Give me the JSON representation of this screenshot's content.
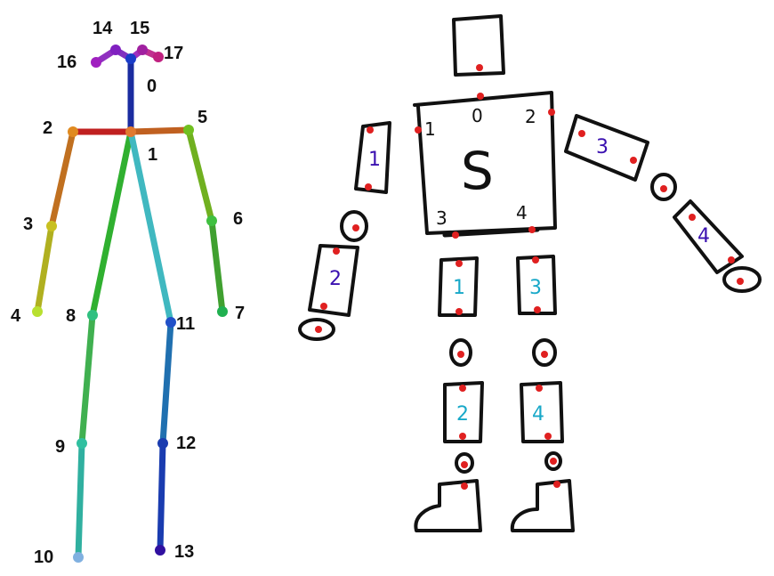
{
  "skeleton": {
    "keypoints": [
      {
        "id": "0",
        "label": "0",
        "color": "#1a3cc8"
      },
      {
        "id": "1",
        "label": "1",
        "color": "#e07a30"
      },
      {
        "id": "2",
        "label": "2",
        "color": "#e08a20"
      },
      {
        "id": "3",
        "label": "3",
        "color": "#c8c020"
      },
      {
        "id": "4",
        "label": "4",
        "color": "#b8e030"
      },
      {
        "id": "5",
        "label": "5",
        "color": "#70c020"
      },
      {
        "id": "6",
        "label": "6",
        "color": "#40c040"
      },
      {
        "id": "7",
        "label": "7",
        "color": "#20b050"
      },
      {
        "id": "8",
        "label": "8",
        "color": "#30c080"
      },
      {
        "id": "9",
        "label": "9",
        "color": "#30c0a0"
      },
      {
        "id": "10",
        "label": "10",
        "color": "#80b0e0"
      },
      {
        "id": "11",
        "label": "11",
        "color": "#2050c8"
      },
      {
        "id": "12",
        "label": "12",
        "color": "#1a3cb0"
      },
      {
        "id": "13",
        "label": "13",
        "color": "#3010a0"
      },
      {
        "id": "14",
        "label": "14",
        "color": "#8020c0"
      },
      {
        "id": "15",
        "label": "15",
        "color": "#a020a0"
      },
      {
        "id": "16",
        "label": "16",
        "color": "#a020c0"
      },
      {
        "id": "17",
        "label": "17",
        "color": "#c02080"
      }
    ],
    "bones": [
      {
        "from": "1",
        "to": "0",
        "color": "#1a2ca0"
      },
      {
        "from": "1",
        "to": "2",
        "color": "#c02020"
      },
      {
        "from": "1",
        "to": "5",
        "color": "#c06020"
      },
      {
        "from": "2",
        "to": "3",
        "color": "#c07020"
      },
      {
        "from": "3",
        "to": "4",
        "color": "#b0b020"
      },
      {
        "from": "5",
        "to": "6",
        "color": "#70b020"
      },
      {
        "from": "6",
        "to": "7",
        "color": "#40a030"
      },
      {
        "from": "1",
        "to": "8",
        "color": "#30b030"
      },
      {
        "from": "8",
        "to": "9",
        "color": "#40b050"
      },
      {
        "from": "9",
        "to": "10",
        "color": "#30b0a0"
      },
      {
        "from": "1",
        "to": "11",
        "color": "#40b8c0"
      },
      {
        "from": "11",
        "to": "12",
        "color": "#2070b0"
      },
      {
        "from": "12",
        "to": "13",
        "color": "#1a3cb0"
      },
      {
        "from": "0",
        "to": "14",
        "color": "#8030c0"
      },
      {
        "from": "0",
        "to": "15",
        "color": "#a030c0"
      },
      {
        "from": "14",
        "to": "16",
        "color": "#9030c0"
      },
      {
        "from": "15",
        "to": "17",
        "color": "#c03090"
      }
    ]
  },
  "sketch": {
    "torso_label": "S",
    "torso_corners": [
      "0",
      "1",
      "2",
      "3",
      "4"
    ],
    "right_arm_upper": "1",
    "right_arm_lower": "2",
    "left_arm_upper": "3",
    "left_arm_lower": "4",
    "right_leg_upper": "1",
    "right_leg_lower": "2",
    "left_leg_upper": "3",
    "left_leg_lower": "4"
  },
  "colors": {
    "stroke": "#111111",
    "joint_dot": "#e02020",
    "arm_label": "#3a10b0",
    "leg_label": "#18a8c8"
  }
}
